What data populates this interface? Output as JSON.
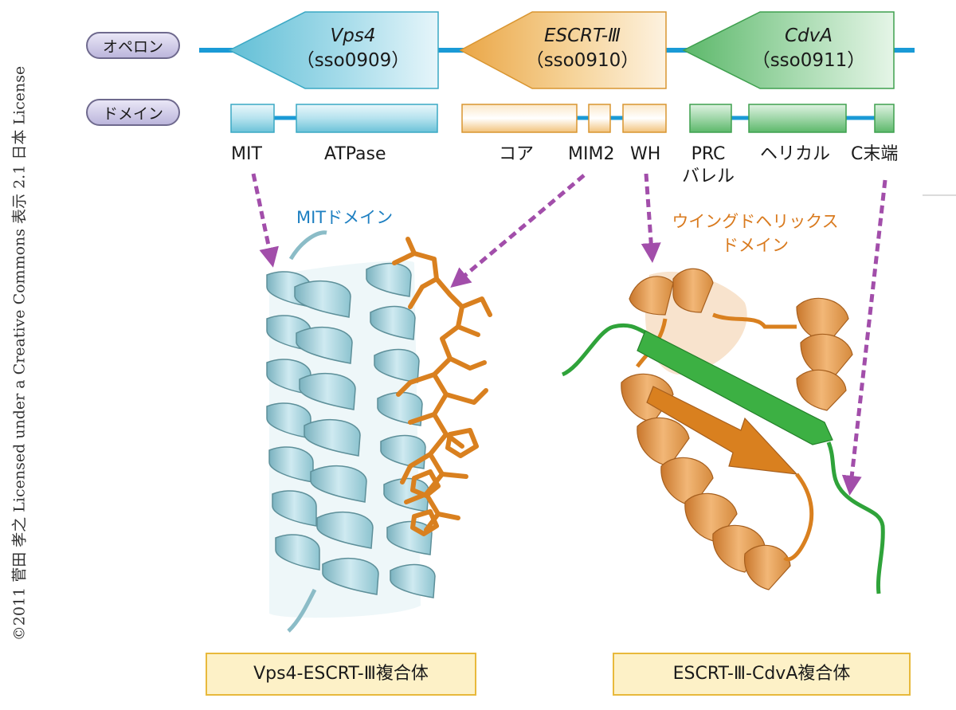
{
  "credit": "©2011 菅田 孝之 Licensed under a Creative Commons 表示 2.1 日本 License",
  "rows": {
    "operon_label": "オペロン",
    "domain_label": "ドメイン"
  },
  "genes": [
    {
      "name": "Vps4",
      "id": "（sso0909）"
    },
    {
      "name": "ESCRT-Ⅲ",
      "id": "（sso0910）"
    },
    {
      "name": "CdvA",
      "id": "（sso0911）"
    }
  ],
  "domains": {
    "mit": "MIT",
    "atpase": "ATPase",
    "core": "コア",
    "mim2": "MIM2",
    "wh": "WH",
    "prc_line1": "PRC",
    "prc_line2": "バレル",
    "helical": "ヘリカル",
    "cterm": "C末端"
  },
  "annotations": {
    "mit_domain": "MITドメイン",
    "wh_line1": "ウイングドヘリックス",
    "wh_line2": "ドメイン"
  },
  "captions": {
    "left": "Vps4-ESCRT-Ⅲ複合体",
    "right": "ESCRT-Ⅲ-CdvA複合体"
  },
  "colors": {
    "vps4": "#5ab8d0",
    "escrt": "#e9a843",
    "cdva": "#5cb86a",
    "line": "#1a9ad6",
    "arrow": "#a24eaa",
    "mit_text": "#1d7fc1",
    "wh_text": "#d97a1e"
  }
}
